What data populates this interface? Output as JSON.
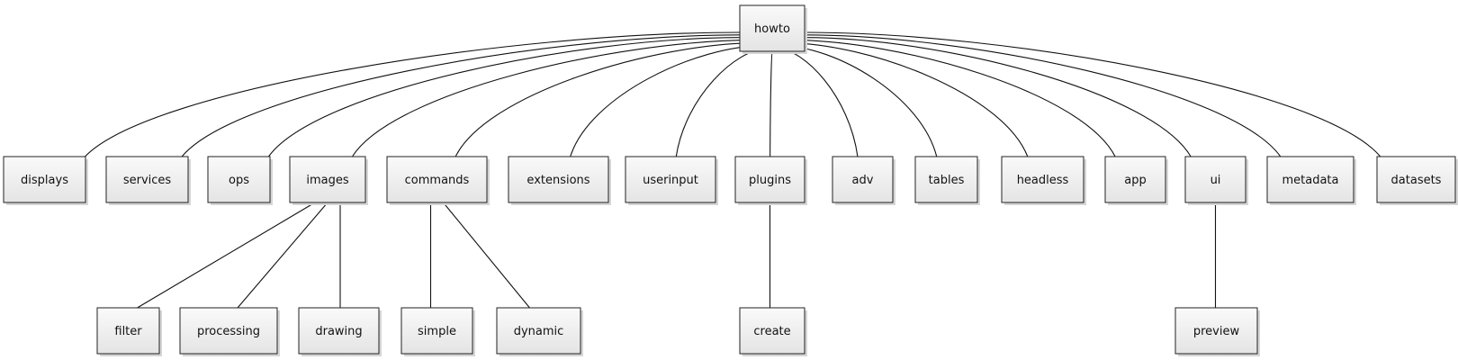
{
  "tree": {
    "root": {
      "id": "howto",
      "label": "howto"
    },
    "children": [
      {
        "id": "displays",
        "label": "displays"
      },
      {
        "id": "services",
        "label": "services"
      },
      {
        "id": "ops",
        "label": "ops"
      },
      {
        "id": "images",
        "label": "images",
        "children": [
          {
            "id": "filter",
            "label": "filter"
          },
          {
            "id": "processing",
            "label": "processing"
          },
          {
            "id": "drawing",
            "label": "drawing"
          }
        ]
      },
      {
        "id": "commands",
        "label": "commands",
        "children": [
          {
            "id": "simple",
            "label": "simple"
          },
          {
            "id": "dynamic",
            "label": "dynamic"
          }
        ]
      },
      {
        "id": "extensions",
        "label": "extensions"
      },
      {
        "id": "userinput",
        "label": "userinput"
      },
      {
        "id": "plugins",
        "label": "plugins",
        "children": [
          {
            "id": "create",
            "label": "create"
          }
        ]
      },
      {
        "id": "adv",
        "label": "adv"
      },
      {
        "id": "tables",
        "label": "tables"
      },
      {
        "id": "headless",
        "label": "headless"
      },
      {
        "id": "app",
        "label": "app"
      },
      {
        "id": "ui",
        "label": "ui",
        "children": [
          {
            "id": "preview",
            "label": "preview"
          }
        ]
      },
      {
        "id": "metadata",
        "label": "metadata"
      },
      {
        "id": "datasets",
        "label": "datasets"
      }
    ]
  }
}
